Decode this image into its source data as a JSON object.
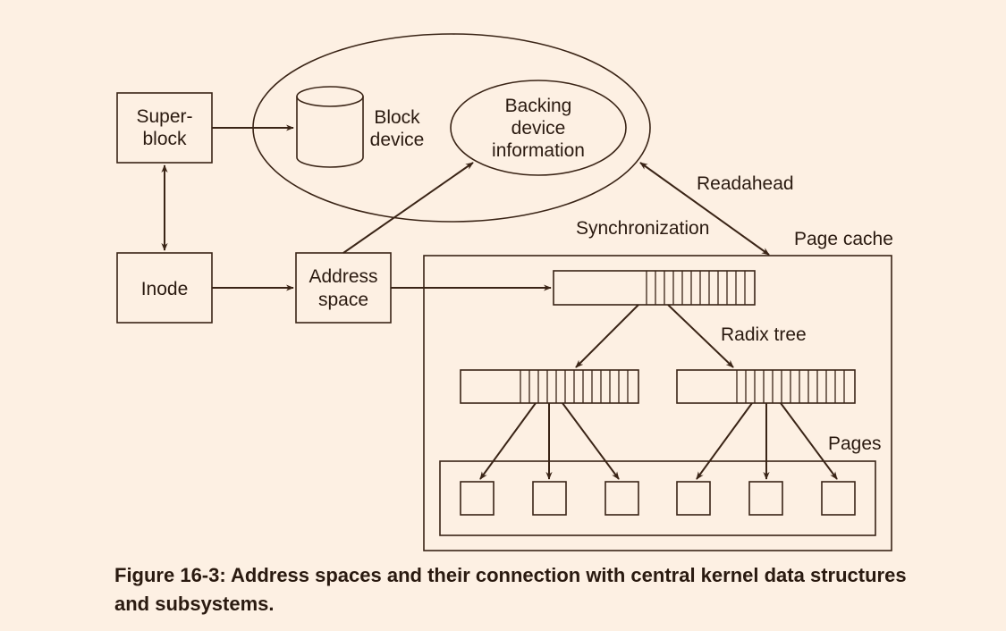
{
  "colors": {
    "background": "#fdf0e3",
    "ink": "#3a2416"
  },
  "labels": {
    "superblock_line1": "Super-",
    "superblock_line2": "block",
    "block_device_line1": "Block",
    "block_device_line2": "device",
    "backing_line1": "Backing",
    "backing_line2": "device",
    "backing_line3": "information",
    "readahead": "Readahead",
    "synchronization": "Synchronization",
    "page_cache": "Page cache",
    "inode": "Inode",
    "address_space_line1": "Address",
    "address_space_line2": "space",
    "radix_tree": "Radix tree",
    "pages": "Pages"
  },
  "caption": "Figure 16-3: Address spaces and their connection with central kernel data structures and subsystems."
}
